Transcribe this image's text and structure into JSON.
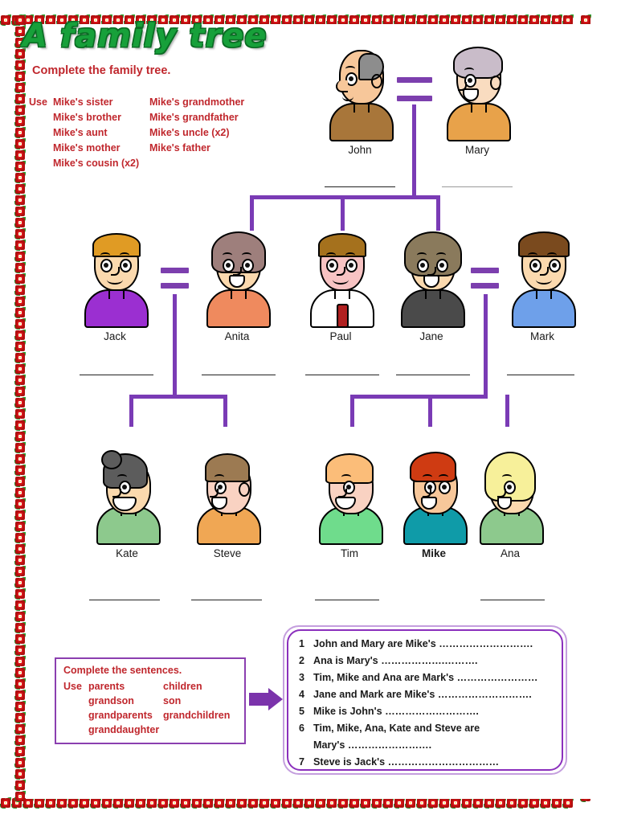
{
  "worksheet": {
    "title": "A family tree",
    "instruction_tree": "Complete the family tree.",
    "use_label": "Use"
  },
  "word_bank_tree": {
    "column_a": [
      "Mike's sister",
      "Mike's brother",
      "Mike's aunt",
      "Mike's mother",
      "Mike's cousin (x2)"
    ],
    "column_b": [
      "Mike's grandmother",
      "Mike's grandfather",
      "Mike's uncle (x2)",
      "Mike's father"
    ]
  },
  "tree": {
    "generation_1": [
      {
        "name": "John",
        "has_blank": true,
        "blank_style": "dark"
      },
      {
        "name": "Mary",
        "has_blank": true,
        "blank_style": "grey"
      }
    ],
    "generation_2": [
      {
        "name": "Jack",
        "has_blank": true
      },
      {
        "name": "Anita",
        "has_blank": true
      },
      {
        "name": "Paul",
        "has_blank": true
      },
      {
        "name": "Jane",
        "has_blank": true
      },
      {
        "name": "Mark",
        "has_blank": true
      }
    ],
    "generation_3": [
      {
        "name": "Kate",
        "has_blank": true,
        "bold": false
      },
      {
        "name": "Steve",
        "has_blank": true,
        "bold": false
      },
      {
        "name": "Tim",
        "has_blank": true,
        "bold": false
      },
      {
        "name": "Mike",
        "has_blank": false,
        "bold": true
      },
      {
        "name": "Ana",
        "has_blank": true,
        "bold": false
      }
    ],
    "marriage_symbol": "equals-sign"
  },
  "sentences_task": {
    "instruction": "Complete the sentences.",
    "use_label": "Use",
    "column_a": [
      "parents",
      "grandson",
      "grandparents",
      "granddaughter"
    ],
    "column_b": [
      "children",
      "son",
      "grandchildren"
    ],
    "items": [
      {
        "num": "1",
        "text": "John and Mary are Mike's ……………………….",
        "continuation": ""
      },
      {
        "num": "2",
        "text": "Ana is Mary's ……………….……….",
        "continuation": ""
      },
      {
        "num": "3",
        "text": "Tim, Mike and Ana are Mark's ……………………",
        "continuation": ""
      },
      {
        "num": "4",
        "text": "Jane and Mark are Mike's ……………………….",
        "continuation": ""
      },
      {
        "num": "5",
        "text": "Mike is John's ……………………….",
        "continuation": ""
      },
      {
        "num": "6",
        "text": "Tim, Mike, Ana, Kate and Steve are",
        "continuation": "Mary's ……………………."
      },
      {
        "num": "7",
        "text": "Steve is Jack's ……………………………",
        "continuation": ""
      }
    ]
  },
  "colors": {
    "title_green": "#17a03a",
    "instruction_red": "#c0272d",
    "connector_purple": "#7a3bb5",
    "box_border_purple": "#8b2fbd",
    "border_flower_red": "#d81616",
    "border_flower_green": "#1f8a2a"
  }
}
